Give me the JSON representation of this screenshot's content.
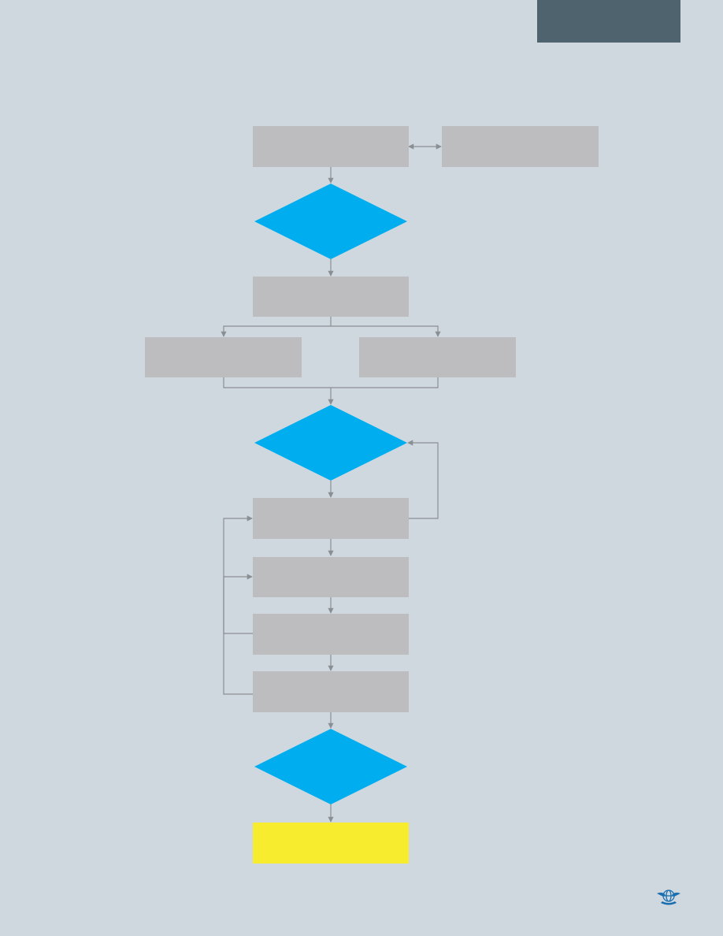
{
  "colors": {
    "background": "#d0d8df",
    "corner_tab": "#4f636f",
    "process_box": "#bdbdbf",
    "decision": "#00aeef",
    "terminal": "#f7ec2e",
    "connector": "#8a8f94",
    "logo": "#1a6fb0"
  },
  "diagram": {
    "nodes": [
      {
        "id": "n1",
        "kind": "process",
        "label": ""
      },
      {
        "id": "n2",
        "kind": "process",
        "label": ""
      },
      {
        "id": "d1",
        "kind": "decision",
        "label": ""
      },
      {
        "id": "n3",
        "kind": "process",
        "label": ""
      },
      {
        "id": "n4",
        "kind": "process",
        "label": ""
      },
      {
        "id": "n5",
        "kind": "process",
        "label": ""
      },
      {
        "id": "d2",
        "kind": "decision",
        "label": ""
      },
      {
        "id": "n6",
        "kind": "process",
        "label": ""
      },
      {
        "id": "n7",
        "kind": "process",
        "label": ""
      },
      {
        "id": "n8",
        "kind": "process",
        "label": ""
      },
      {
        "id": "n9",
        "kind": "process",
        "label": ""
      },
      {
        "id": "d3",
        "kind": "decision",
        "label": ""
      },
      {
        "id": "t1",
        "kind": "terminal",
        "label": ""
      }
    ],
    "edges": [
      {
        "from": "n1",
        "to": "n2",
        "bidirectional": true
      },
      {
        "from": "n1",
        "to": "d1"
      },
      {
        "from": "d1",
        "to": "n3"
      },
      {
        "from": "n3",
        "to": "n4"
      },
      {
        "from": "n3",
        "to": "n5"
      },
      {
        "from": "n4",
        "to": "d2"
      },
      {
        "from": "n5",
        "to": "d2"
      },
      {
        "from": "d2",
        "to": "n6"
      },
      {
        "from": "n6",
        "to": "d2"
      },
      {
        "from": "n6",
        "to": "n7"
      },
      {
        "from": "n7",
        "to": "n8"
      },
      {
        "from": "n8",
        "to": "n9"
      },
      {
        "from": "n8",
        "to": "n6"
      },
      {
        "from": "n9",
        "to": "n7"
      },
      {
        "from": "n9",
        "to": "d3"
      },
      {
        "from": "d3",
        "to": "t1"
      }
    ]
  },
  "logo_icon": "icao-emblem-icon"
}
